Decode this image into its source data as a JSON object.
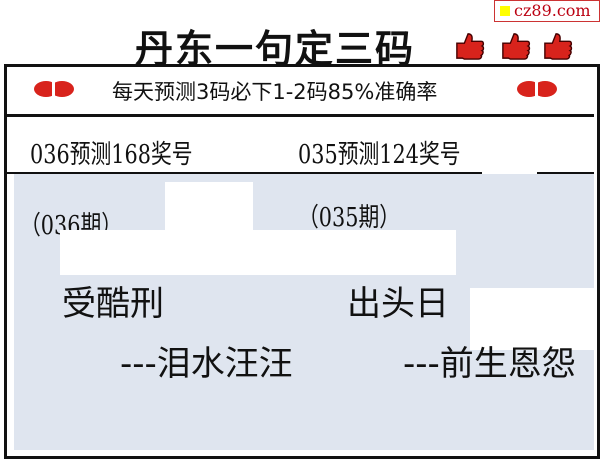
{
  "title": "丹东一句定三码",
  "watermark": "cz89.com",
  "slogan": "每天预测3码必下1-2码85%准确率",
  "left": {
    "prediction": "036预测168奖号",
    "period": "（036期）",
    "riddle": "受酷刑",
    "answer": "---泪水汪汪"
  },
  "right": {
    "prediction": "035预测124奖号",
    "period": "（035期）",
    "riddle": "出头日",
    "answer": "---前生恩怨"
  },
  "colors": {
    "logo_red": "#d8231c",
    "panel": "#dfe5ef"
  }
}
